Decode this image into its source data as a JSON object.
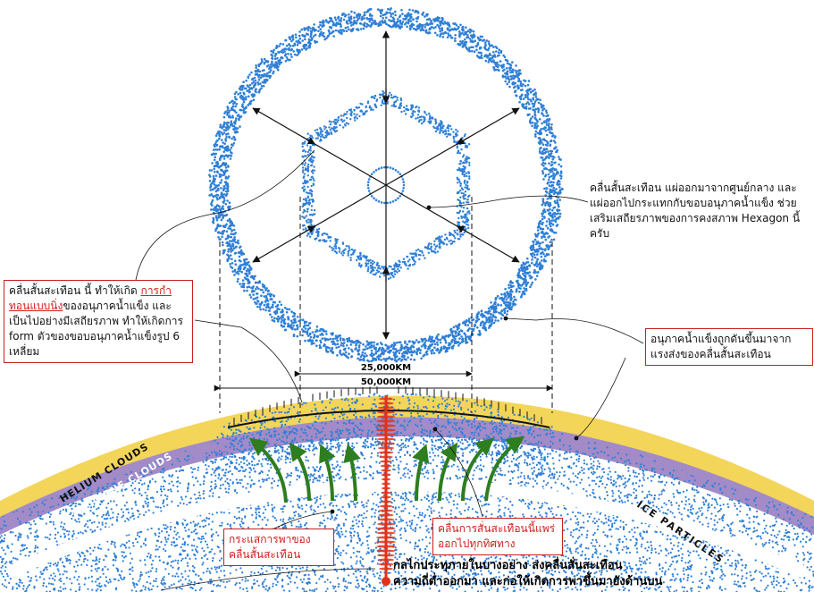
{
  "annotations": {
    "shockwave_center": "คลื่นสั้นสะเทือน  แผ่ออกมาจากศูนย์กลาง  และแผ่ออกไปกระแทกกับขอบอนุภาคน้ำแข็ง  ช่วยเสริมเสถียรภาพของการคงสภาพ Hexagon นี้ครับ",
    "ice_pushed": "อนุภาคน้ำแข็งถูกดันขึ้นมาจากแรงส่งของคลื่นสั้นสะเทือน",
    "left_before": "คลื่นสั้นสะเทือน นี้   ทำให้เกิด",
    "left_red": "การกำทอนแบบนิ่ง",
    "left_after": "ของอนุภาคน้ำแข็ง และเป็นไปอย่างมีเสถียรภาพ   ทำให้เกิดการ form ตัวของขอบอนุภาคน้ำแข็งรูป 6 เหลี่ยม",
    "current": "กระแสการพาของคลื่นสั้นสะเทือน",
    "spread": "คลื่นการสั่นสะเทือนนี้แพร่ออกไปทุกทิศทาง",
    "mechanism_1": "กลไกประทุภายในบางอย่าง  ส่งคลื่นสั่นสะเทือน",
    "mechanism_2": "ความถี่ต่ำออกมา  และก่อให้เกิดการพาขึ้นมายังด้านบน"
  },
  "dimensions": {
    "inner": "25,000KM",
    "outer": "50,000KM"
  },
  "layers": {
    "helium": "HELIUM CLOUDS",
    "methane": "METHANE CLOUDS",
    "ice": "ICE PARTICLES"
  },
  "colors": {
    "dot_blue": "#2f7fd6",
    "helium_yellow": "#f3d55a",
    "methane_purple": "#a28bc7",
    "arrow_green": "#2e7d1f",
    "core_red": "#e0311a",
    "box_border": "#c8201f"
  }
}
